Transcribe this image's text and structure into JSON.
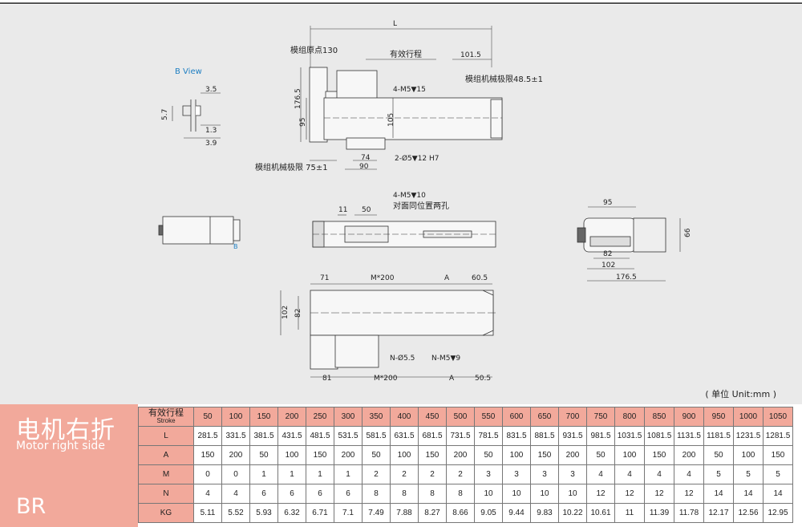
{
  "drawing": {
    "b_view": "B View",
    "b_marker": "B",
    "dims": {
      "L": "L",
      "origin": "模组原点130",
      "stroke": "有效行程",
      "d101_5": "101.5",
      "mech_limit_right": "模组机械极限48.5±1",
      "hole_4m5_15": "4-M5▼15",
      "d176_5": "176.5",
      "d95": "95",
      "d105": "105",
      "d74": "74",
      "d90": "90",
      "pin_hole": "2-Ø5▼12 H7",
      "mech_limit_left": "模组机械极限 75±1",
      "bv_3_5": "3.5",
      "bv_5_7": "5.7",
      "bv_1_3": "1.3",
      "bv_3_9": "3.9",
      "hole_4m5_10": "4-M5▼10",
      "opposite_holes": "对面同位置两孔",
      "d11": "11",
      "d50": "50",
      "end_95": "95",
      "end_66": "66",
      "end_82": "82",
      "end_102": "102",
      "end_176_5": "176.5",
      "top_71": "71",
      "top_m200": "M*200",
      "top_A": "A",
      "top_60_5": "60.5",
      "top_102": "102",
      "top_82": "82",
      "n_d5_5": "N-Ø5.5",
      "n_m5_9": "N-M5▼9",
      "bot_81": "81",
      "bot_m200": "M*200",
      "bot_A": "A",
      "bot_50_5": "50.5"
    },
    "unit_note": "( 单位 Unit:mm )"
  },
  "model": {
    "title_cn": "电机右折",
    "title_en": "Motor right side",
    "code": "BR"
  },
  "table": {
    "stroke_label": "有效行程",
    "stroke_label_en": "Stroke",
    "strokes": [
      "50",
      "100",
      "150",
      "200",
      "250",
      "300",
      "350",
      "400",
      "450",
      "500",
      "550",
      "600",
      "650",
      "700",
      "750",
      "800",
      "850",
      "900",
      "950",
      "1000",
      "1050"
    ],
    "rows": [
      {
        "label": "L",
        "values": [
          "281.5",
          "331.5",
          "381.5",
          "431.5",
          "481.5",
          "531.5",
          "581.5",
          "631.5",
          "681.5",
          "731.5",
          "781.5",
          "831.5",
          "881.5",
          "931.5",
          "981.5",
          "1031.5",
          "1081.5",
          "1131.5",
          "1181.5",
          "1231.5",
          "1281.5"
        ]
      },
      {
        "label": "A",
        "values": [
          "150",
          "200",
          "50",
          "100",
          "150",
          "200",
          "50",
          "100",
          "150",
          "200",
          "50",
          "100",
          "150",
          "200",
          "50",
          "100",
          "150",
          "200",
          "50",
          "100",
          "150"
        ]
      },
      {
        "label": "M",
        "values": [
          "0",
          "0",
          "1",
          "1",
          "1",
          "1",
          "2",
          "2",
          "2",
          "2",
          "3",
          "3",
          "3",
          "3",
          "4",
          "4",
          "4",
          "4",
          "5",
          "5",
          "5"
        ]
      },
      {
        "label": "N",
        "values": [
          "4",
          "4",
          "6",
          "6",
          "6",
          "6",
          "8",
          "8",
          "8",
          "8",
          "10",
          "10",
          "10",
          "10",
          "12",
          "12",
          "12",
          "12",
          "14",
          "14",
          "14"
        ]
      },
      {
        "label": "KG",
        "values": [
          "5.11",
          "5.52",
          "5.93",
          "6.32",
          "6.71",
          "7.1",
          "7.49",
          "7.88",
          "8.27",
          "8.66",
          "9.05",
          "9.44",
          "9.83",
          "10.22",
          "10.61",
          "11",
          "11.39",
          "11.78",
          "12.17",
          "12.56",
          "12.95"
        ]
      }
    ]
  },
  "colors": {
    "panel": "#f2a99b",
    "drawing_bg": "#eaeaea",
    "b_view_text": "#1f7fc2"
  }
}
